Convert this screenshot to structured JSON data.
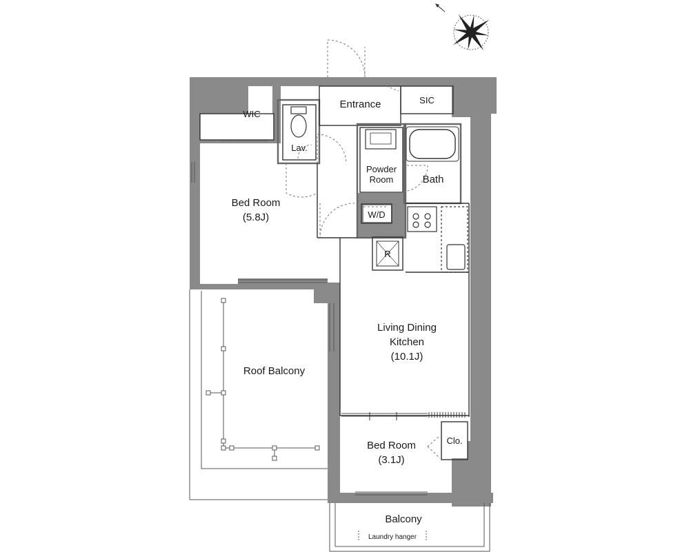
{
  "rooms": {
    "wic": "WIC",
    "lav": "Lav.",
    "entrance": "Entrance",
    "sic": "SIC",
    "powder_room_line1": "Powder",
    "powder_room_line2": "Room",
    "bath": "Bath",
    "wd": "W/D",
    "refrigerator": "R",
    "bed_room_1": "Bed Room",
    "bed_room_1_size": "(5.8J)",
    "ldk_line1": "Living Dining",
    "ldk_line2": "Kitchen",
    "ldk_size": "(10.1J)",
    "roof_balcony": "Roof Balcony",
    "bed_room_2": "Bed Room",
    "bed_room_2_size": "(3.1J)",
    "closet": "Clo.",
    "balcony": "Balcony",
    "laundry_hanger": "Laundry hanger"
  },
  "icons": {
    "compass": "compass-rose-icon",
    "stove": "stove-icon",
    "sink": "sink-icon",
    "toilet": "toilet-icon",
    "bathtub": "bathtub-icon"
  },
  "colors": {
    "wall": "#8a8a8a",
    "line": "#333333",
    "door_swing": "#777777"
  }
}
